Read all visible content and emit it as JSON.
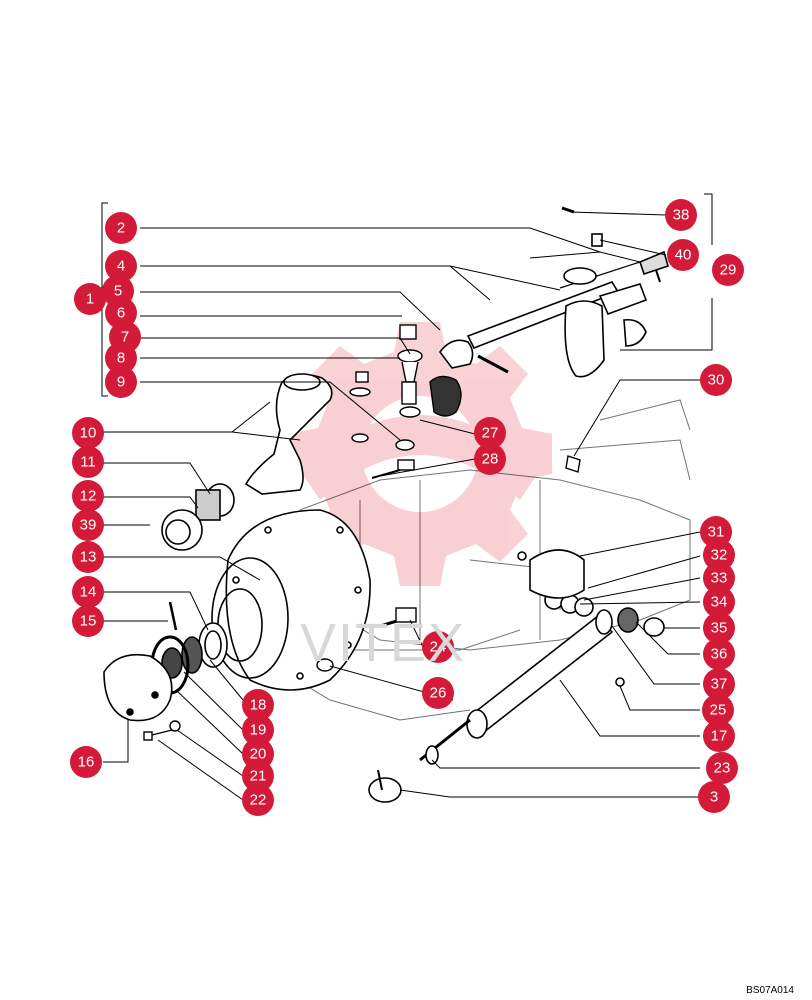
{
  "figure_code": "BS07A014",
  "watermark": "VITEX",
  "colors": {
    "callout_fill": "#d31a38",
    "callout_text": "#ffffff",
    "line": "#000000",
    "watermark": "#f2b0b0"
  },
  "callouts": [
    {
      "id": "c1",
      "label": "1"
    },
    {
      "id": "c2",
      "label": "2"
    },
    {
      "id": "c3",
      "label": "3"
    },
    {
      "id": "c4",
      "label": "4"
    },
    {
      "id": "c5",
      "label": "5"
    },
    {
      "id": "c6",
      "label": "6"
    },
    {
      "id": "c7",
      "label": "7"
    },
    {
      "id": "c8",
      "label": "8"
    },
    {
      "id": "c9",
      "label": "9"
    },
    {
      "id": "c10",
      "label": "10"
    },
    {
      "id": "c11",
      "label": "11"
    },
    {
      "id": "c12",
      "label": "12"
    },
    {
      "id": "c13",
      "label": "13"
    },
    {
      "id": "c14",
      "label": "14"
    },
    {
      "id": "c15",
      "label": "15"
    },
    {
      "id": "c16",
      "label": "16"
    },
    {
      "id": "c17",
      "label": "17"
    },
    {
      "id": "c18",
      "label": "18"
    },
    {
      "id": "c19",
      "label": "19"
    },
    {
      "id": "c20",
      "label": "20"
    },
    {
      "id": "c21",
      "label": "21"
    },
    {
      "id": "c22",
      "label": "22"
    },
    {
      "id": "c23",
      "label": "23"
    },
    {
      "id": "c24",
      "label": "24"
    },
    {
      "id": "c25",
      "label": "25"
    },
    {
      "id": "c26",
      "label": "26"
    },
    {
      "id": "c27",
      "label": "27"
    },
    {
      "id": "c28",
      "label": "28"
    },
    {
      "id": "c29",
      "label": "29"
    },
    {
      "id": "c30",
      "label": "30"
    },
    {
      "id": "c31",
      "label": "31"
    },
    {
      "id": "c32",
      "label": "32"
    },
    {
      "id": "c33",
      "label": "33"
    },
    {
      "id": "c34",
      "label": "34"
    },
    {
      "id": "c35",
      "label": "35"
    },
    {
      "id": "c36",
      "label": "36"
    },
    {
      "id": "c37",
      "label": "37"
    },
    {
      "id": "c38",
      "label": "38"
    },
    {
      "id": "c39",
      "label": "39"
    },
    {
      "id": "c40",
      "label": "40"
    }
  ]
}
